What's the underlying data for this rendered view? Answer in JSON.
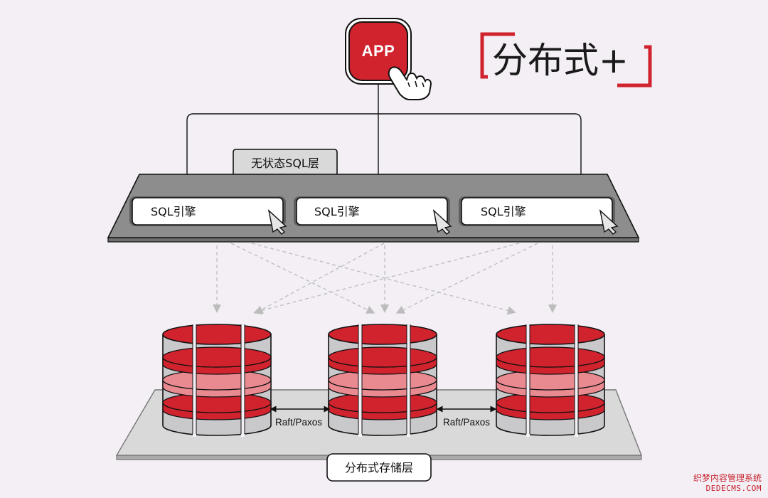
{
  "app": {
    "label": "APP"
  },
  "title": {
    "text": "分布式+"
  },
  "sql_layer": {
    "tab_label": "无状态SQL层",
    "engines": [
      {
        "label": "SQL引擎"
      },
      {
        "label": "SQL引擎"
      },
      {
        "label": "SQL引擎"
      }
    ]
  },
  "storage_layer": {
    "label": "分布式存储层",
    "link_labels": [
      "Raft/Paxos",
      "Raft/Paxos"
    ]
  },
  "watermark": {
    "line1": "织梦内容管理系统",
    "line2": "DEDECMS.COM"
  },
  "colors": {
    "accent_red": "#d0232e",
    "pink": "#e98a91",
    "disk_gray": "#c9c8cb",
    "layer_gray": "#d8d8d8",
    "background": "#f3eff5"
  },
  "icons": [
    "hand-pointer-icon",
    "cursor-arrow-icon"
  ]
}
